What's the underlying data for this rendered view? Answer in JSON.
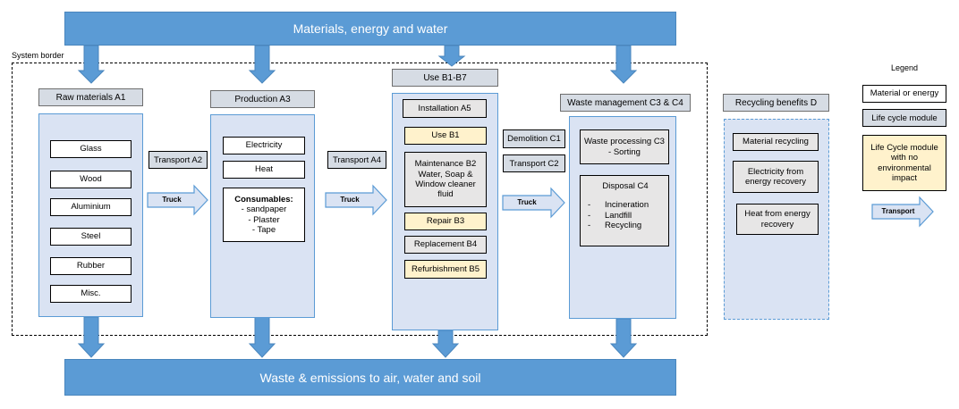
{
  "top_banner": "Materials, energy and water",
  "bottom_banner": "Waste & emissions to air, water and soil",
  "system_border": "System border",
  "modules": {
    "raw": {
      "title": "Raw materials A1",
      "items": [
        "Glass",
        "Wood",
        "Aluminium",
        "Steel",
        "Rubber",
        "Misc."
      ]
    },
    "production": {
      "title": "Production A3",
      "electricity": "Electricity",
      "heat": "Heat",
      "consumables_title": "Consumables:",
      "consumables": [
        "- sandpaper",
        "- Plaster",
        "- Tape"
      ]
    },
    "use": {
      "title": "Use B1-B7",
      "installation": "Installation A5",
      "use_b1": "Use B1",
      "maintenance": "Maintenance B2 Water, Soap & Window cleaner fluid",
      "repair": "Repair B3",
      "replacement": "Replacement B4",
      "refurbishment": "Refurbishment B5"
    },
    "waste": {
      "title": "Waste management C3 & C4",
      "processing": [
        "Waste processing C3",
        "- Sorting"
      ],
      "disposal_title": "Disposal C4",
      "disposal_items": [
        "-      Incineration",
        "-      Landfill",
        "-      Recycling"
      ]
    },
    "recycling": {
      "title": "Recycling benefits D",
      "items": [
        "Material recycling",
        "Electricity from energy recovery",
        "Heat from energy recovery"
      ]
    }
  },
  "transports": {
    "a2": "Transport A2",
    "a4": "Transport A4",
    "c1": "Demolition C1",
    "c2": "Transport C2",
    "truck": "Truck"
  },
  "legend": {
    "title": "Legend",
    "material": "Material or energy",
    "life_cycle": "Life cycle module",
    "no_impact": "Life Cycle module with no environmental impact",
    "transport": "Transport"
  },
  "colors": {
    "banner": "#5b9bd5",
    "module_fill": "#dae3f3",
    "label_fill": "#d6dce4",
    "no_impact_fill": "#fff2cc"
  }
}
